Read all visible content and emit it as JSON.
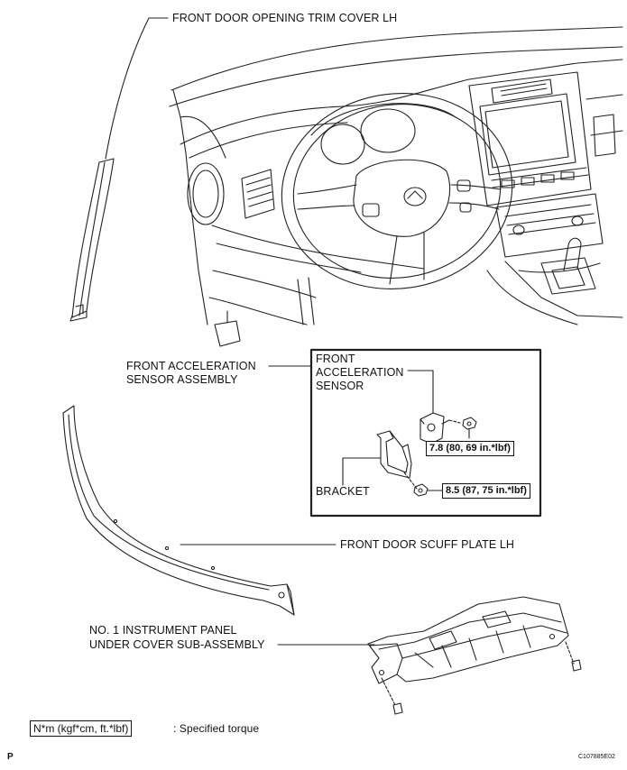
{
  "labels": {
    "trim_cover": "FRONT DOOR OPENING TRIM COVER LH",
    "accel_sensor_assembly_line1": "FRONT ACCELERATION",
    "accel_sensor_assembly_line2": "SENSOR ASSEMBLY",
    "inset_sensor_line1": "FRONT",
    "inset_sensor_line2": "ACCELERATION",
    "inset_sensor_line3": "SENSOR",
    "bracket": "BRACKET",
    "scuff_plate": "FRONT DOOR SCUFF PLATE LH",
    "under_cover_line1": "NO. 1 INSTRUMENT PANEL",
    "under_cover_line2": "UNDER COVER SUB-ASSEMBLY"
  },
  "torques": {
    "sensor_nut": "7.8 (80, 69 in.*lbf)",
    "bracket_nut": "8.5 (87, 75 in.*lbf)"
  },
  "legend": {
    "units": "N*m (kgf*cm, ft.*lbf)",
    "text": ": Specified torque"
  },
  "footer": {
    "page_letter": "P",
    "figure_code": "C107885E02"
  }
}
